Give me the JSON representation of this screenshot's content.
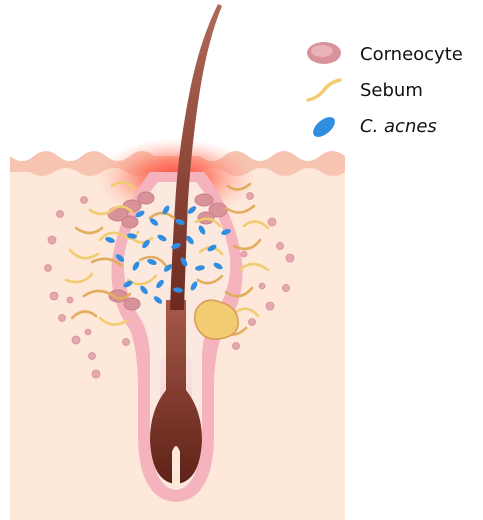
{
  "legend": {
    "items": [
      {
        "label": "Corneocyte",
        "icon": "corneocyte-icon",
        "color": "#e2a0a6",
        "italic": false
      },
      {
        "label": "Sebum",
        "icon": "sebum-fiber-icon",
        "color": "#f2cc72",
        "italic": false
      },
      {
        "label": "C. acnes",
        "icon": "bacteria-icon",
        "color": "#2f8ee0",
        "italic": true
      }
    ]
  },
  "colors": {
    "skin": "#fde8da",
    "epidermis": "#f7c4b2",
    "inflammation": "#ff4a3a",
    "hair": "#8a3a2c",
    "follicle_wall": "#f4b3bd",
    "sebum": "#f2cc72",
    "sebum_dark": "#d99b57",
    "bacteria": "#2f8ee0",
    "corneocyte": "#e2a0a6"
  }
}
